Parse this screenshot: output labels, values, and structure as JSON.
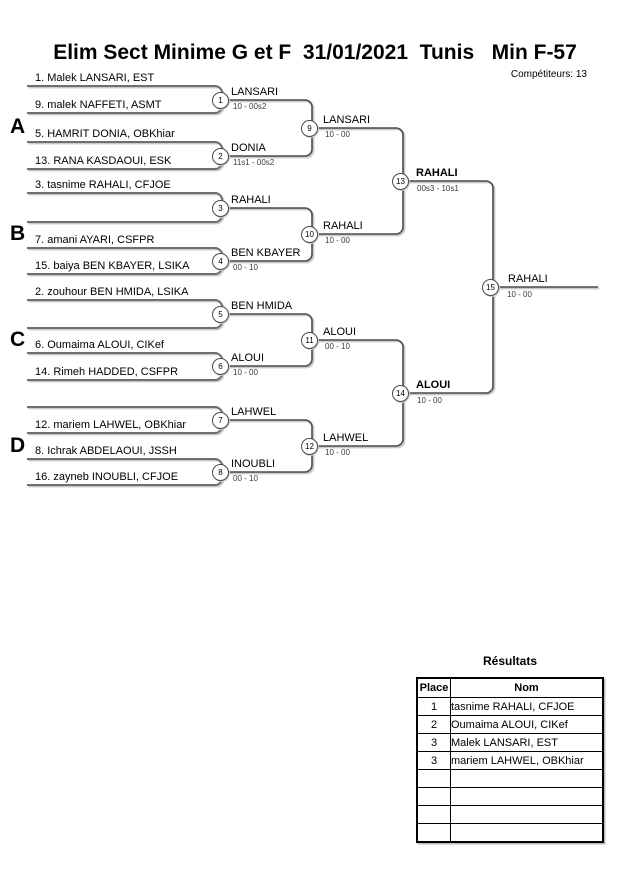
{
  "header": {
    "title": "Elim Sect Minime G et F  31/01/2021  Tunis   Min F-57",
    "competitors_label": "Compétiteurs: 13"
  },
  "bracket": {
    "pools": [
      {
        "letter": "A"
      },
      {
        "letter": "B"
      },
      {
        "letter": "C"
      },
      {
        "letter": "D"
      }
    ],
    "seeds": [
      {
        "label": "1. Malek LANSARI, EST"
      },
      {
        "label": "9. malek NAFFETI, ASMT"
      },
      {
        "label": "5. HAMRIT DONIA, OBKhiar"
      },
      {
        "label": "13. RANA KASDAOUI, ESK"
      },
      {
        "label": "3. tasnime RAHALI, CFJOE"
      },
      {
        "label": ""
      },
      {
        "label": "7. amani AYARI, CSFPR"
      },
      {
        "label": "15. baiya BEN KBAYER, LSIKA"
      },
      {
        "label": "2. zouhour BEN HMIDA, LSIKA"
      },
      {
        "label": ""
      },
      {
        "label": "6. Oumaima ALOUI, CIKef"
      },
      {
        "label": "14. Rimeh HADDED, CSFPR"
      },
      {
        "label": ""
      },
      {
        "label": "12. mariem LAHWEL, OBKhiar"
      },
      {
        "label": "8. Ichrak ABDELAOUI, JSSH"
      },
      {
        "label": "16. zayneb INOUBLI, CFJOE"
      }
    ],
    "matches": [
      {
        "num": "1",
        "winner": "LANSARI",
        "score": "10 - 00s2"
      },
      {
        "num": "2",
        "winner": "DONIA",
        "score": "11s1 - 00s2"
      },
      {
        "num": "3",
        "winner": "RAHALI",
        "score": ""
      },
      {
        "num": "4",
        "winner": "BEN KBAYER",
        "score": "00 - 10"
      },
      {
        "num": "5",
        "winner": "BEN HMIDA",
        "score": ""
      },
      {
        "num": "6",
        "winner": "ALOUI",
        "score": "10 - 00"
      },
      {
        "num": "7",
        "winner": "LAHWEL",
        "score": ""
      },
      {
        "num": "8",
        "winner": "INOUBLI",
        "score": "00 - 10"
      },
      {
        "num": "9",
        "winner": "LANSARI",
        "score": "10 - 00"
      },
      {
        "num": "10",
        "winner": "RAHALI",
        "score": "10 - 00"
      },
      {
        "num": "11",
        "winner": "ALOUI",
        "score": "00 - 10"
      },
      {
        "num": "12",
        "winner": "LAHWEL",
        "score": "10 - 00"
      },
      {
        "num": "13",
        "winner": "RAHALI",
        "score": "00s3 - 10s1"
      },
      {
        "num": "14",
        "winner": "ALOUI",
        "score": "10 - 00"
      },
      {
        "num": "15",
        "winner": "RAHALI",
        "score": "10 - 00"
      }
    ]
  },
  "results": {
    "title": "Résultats",
    "columns": {
      "place": "Place",
      "name": "Nom"
    },
    "rows": [
      {
        "place": "1",
        "name": "tasnime RAHALI, CFJOE"
      },
      {
        "place": "2",
        "name": "Oumaima ALOUI, CIKef"
      },
      {
        "place": "3",
        "name": "Malek LANSARI, EST"
      },
      {
        "place": "3",
        "name": "mariem LAHWEL, OBKhiar"
      },
      {
        "place": "",
        "name": ""
      },
      {
        "place": "",
        "name": ""
      },
      {
        "place": "",
        "name": ""
      },
      {
        "place": "",
        "name": ""
      }
    ]
  }
}
